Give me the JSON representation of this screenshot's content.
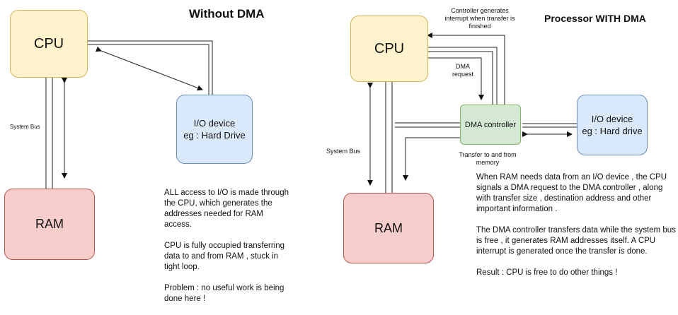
{
  "left": {
    "title": "Without DMA",
    "cpu": "CPU",
    "ram": "RAM",
    "io_line1": "I/O device",
    "io_line2": "eg : Hard Drive",
    "bus_label": "System Bus",
    "notes": [
      "ALL access to I/O is made through the CPU, which generates the addresses needed for RAM access.",
      "CPU is fully occupied transferring data to and from RAM , stuck in tight loop.",
      "Problem : no useful work is being done here !"
    ]
  },
  "right": {
    "title": "Processor WITH DMA",
    "cpu": "CPU",
    "ram": "RAM",
    "dma": "DMA controller",
    "io_line1": "I/O device",
    "io_line2": "eg : Hard drive",
    "bus_label": "System Bus",
    "interrupt_label": "Controller generates interrupt when transfer is finished",
    "dma_request_label": "DMA request",
    "transfer_label": "Transfer to and from memory",
    "notes": [
      "When RAM needs data from an I/O device , the CPU signals a DMA request to the DMA controller , along with transfer size , destination address and other important information .",
      "The DMA controller transfers data while the system bus is free , it generates RAM addresses itself. A CPU interrupt is generated once the transfer is done.",
      "Result : CPU is free to do other things !"
    ]
  },
  "colors": {
    "cpu_fill": "#fff2cc",
    "ram_fill": "#f8cecc",
    "io_fill": "#dae8fc",
    "dma_fill": "#d5e8d4"
  }
}
